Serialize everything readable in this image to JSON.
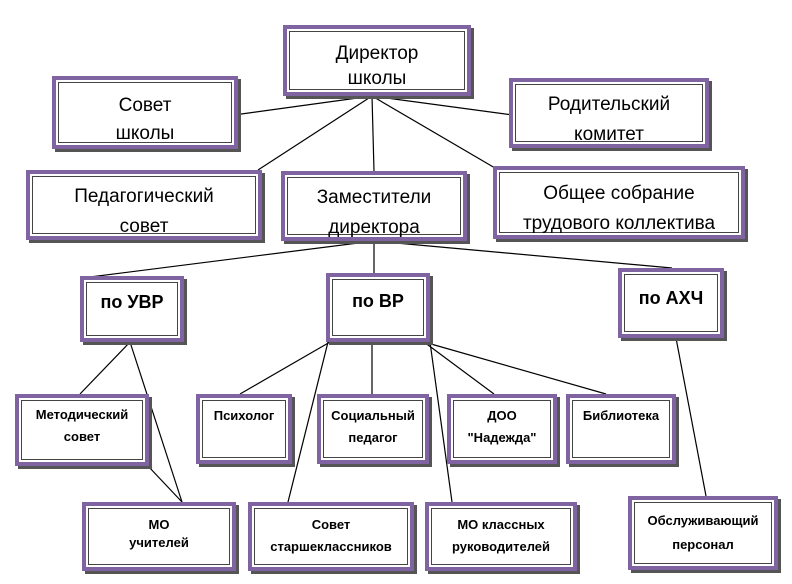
{
  "director": [
    "Директор",
    "школы"
  ],
  "school_council": [
    "Совет",
    "школы"
  ],
  "parent_committee": [
    "Родительский",
    "комитет"
  ],
  "pedagogical_council": [
    "Педагогический",
    "совет"
  ],
  "deputies": [
    "Заместители",
    "директора"
  ],
  "general_meeting": [
    "Общее собрание",
    "трудового  коллектива"
  ],
  "uvr": "по УВР",
  "vr": "по ВР",
  "ahch": "по АХЧ",
  "methodical_council": [
    "Методический",
    "совет"
  ],
  "psychologist": "Психолог",
  "social_teacher": [
    "Социальный",
    "педагог"
  ],
  "doo": [
    "ДОО",
    "\"Надежда\""
  ],
  "library": "Библиотека",
  "mo_teachers": [
    "МО",
    "учителей"
  ],
  "senior_council": [
    "Совет",
    "старшеклассников"
  ],
  "mo_class_teachers": [
    "МО классных",
    "руководителей"
  ],
  "service_staff": [
    "Обслуживающий",
    "персонал"
  ],
  "colors": {
    "box_border": "#8064a2",
    "shadow": "#555555",
    "line": "#000000"
  }
}
